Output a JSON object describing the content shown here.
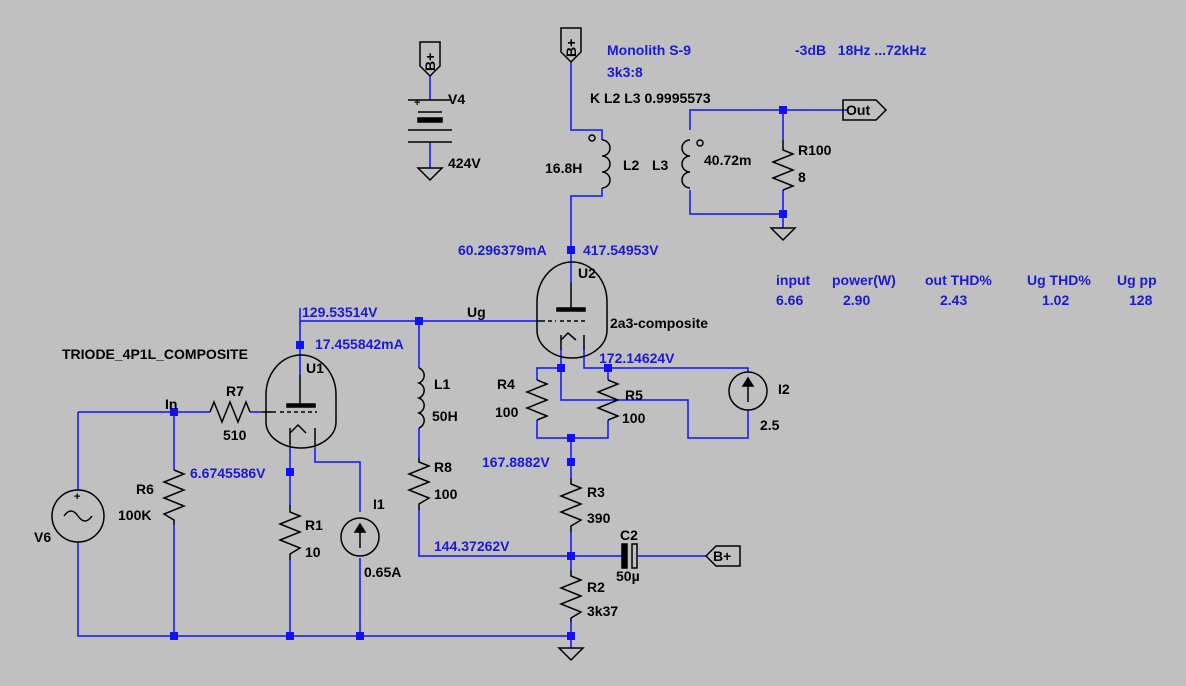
{
  "notes": {
    "model": "Monolith S-9",
    "ratio": "3k3:8",
    "bandwidth": "-3dB   18Hz ...72kHz",
    "coupling": "K L2 L3 0.9995573"
  },
  "table": {
    "headers": [
      "input",
      "power(W)",
      "out THD%",
      "Ug THD%",
      "Ug pp"
    ],
    "values": [
      "6.66",
      "2.90",
      "2.43",
      "1.02",
      "128"
    ]
  },
  "components": {
    "V4": {
      "name": "V4",
      "value": "424V"
    },
    "L2": {
      "name": "L2",
      "value": "16.8H"
    },
    "L3": {
      "name": "L3",
      "value": "40.72m"
    },
    "R100": {
      "name": "R100",
      "value": "8"
    },
    "U2": {
      "name": "U2",
      "value": "2a3-composite"
    },
    "U1": {
      "name": "U1",
      "value": "TRIODE_4P1L_COMPOSITE"
    },
    "R7": {
      "name": "R7",
      "value": "510"
    },
    "R6": {
      "name": "R6",
      "value": "100K"
    },
    "V6": {
      "name": "V6"
    },
    "R1": {
      "name": "R1",
      "value": "10"
    },
    "I1": {
      "name": "I1",
      "value": "0.65A"
    },
    "L1": {
      "name": "L1",
      "value": "50H"
    },
    "R8": {
      "name": "R8",
      "value": "100"
    },
    "R4": {
      "name": "R4",
      "value": "100"
    },
    "R5": {
      "name": "R5",
      "value": "100"
    },
    "I2": {
      "name": "I2",
      "value": "2.5"
    },
    "R3": {
      "name": "R3",
      "value": "390"
    },
    "R2": {
      "name": "R2",
      "value": "3k37"
    },
    "C2": {
      "name": "C2",
      "value": "50µ"
    }
  },
  "nets": {
    "out": "Out",
    "bplus": "B+",
    "ug": "Ug",
    "in": "In"
  },
  "probes": {
    "u2_current": "60.296379mA",
    "u2_anode": "417.54953V",
    "ug_voltage": "129.53514V",
    "u1_current": "17.455842mA",
    "u2_cathode": "172.14624V",
    "u1_cathode": "6.6745586V",
    "r3_top": "167.8882V",
    "r8_bottom": "144.37262V"
  },
  "icons": [
    "ground-icon",
    "battery-icon",
    "inductor-icon",
    "resistor-icon",
    "triode-icon",
    "current-source-icon",
    "voltage-source-icon",
    "capacitor-icon"
  ]
}
